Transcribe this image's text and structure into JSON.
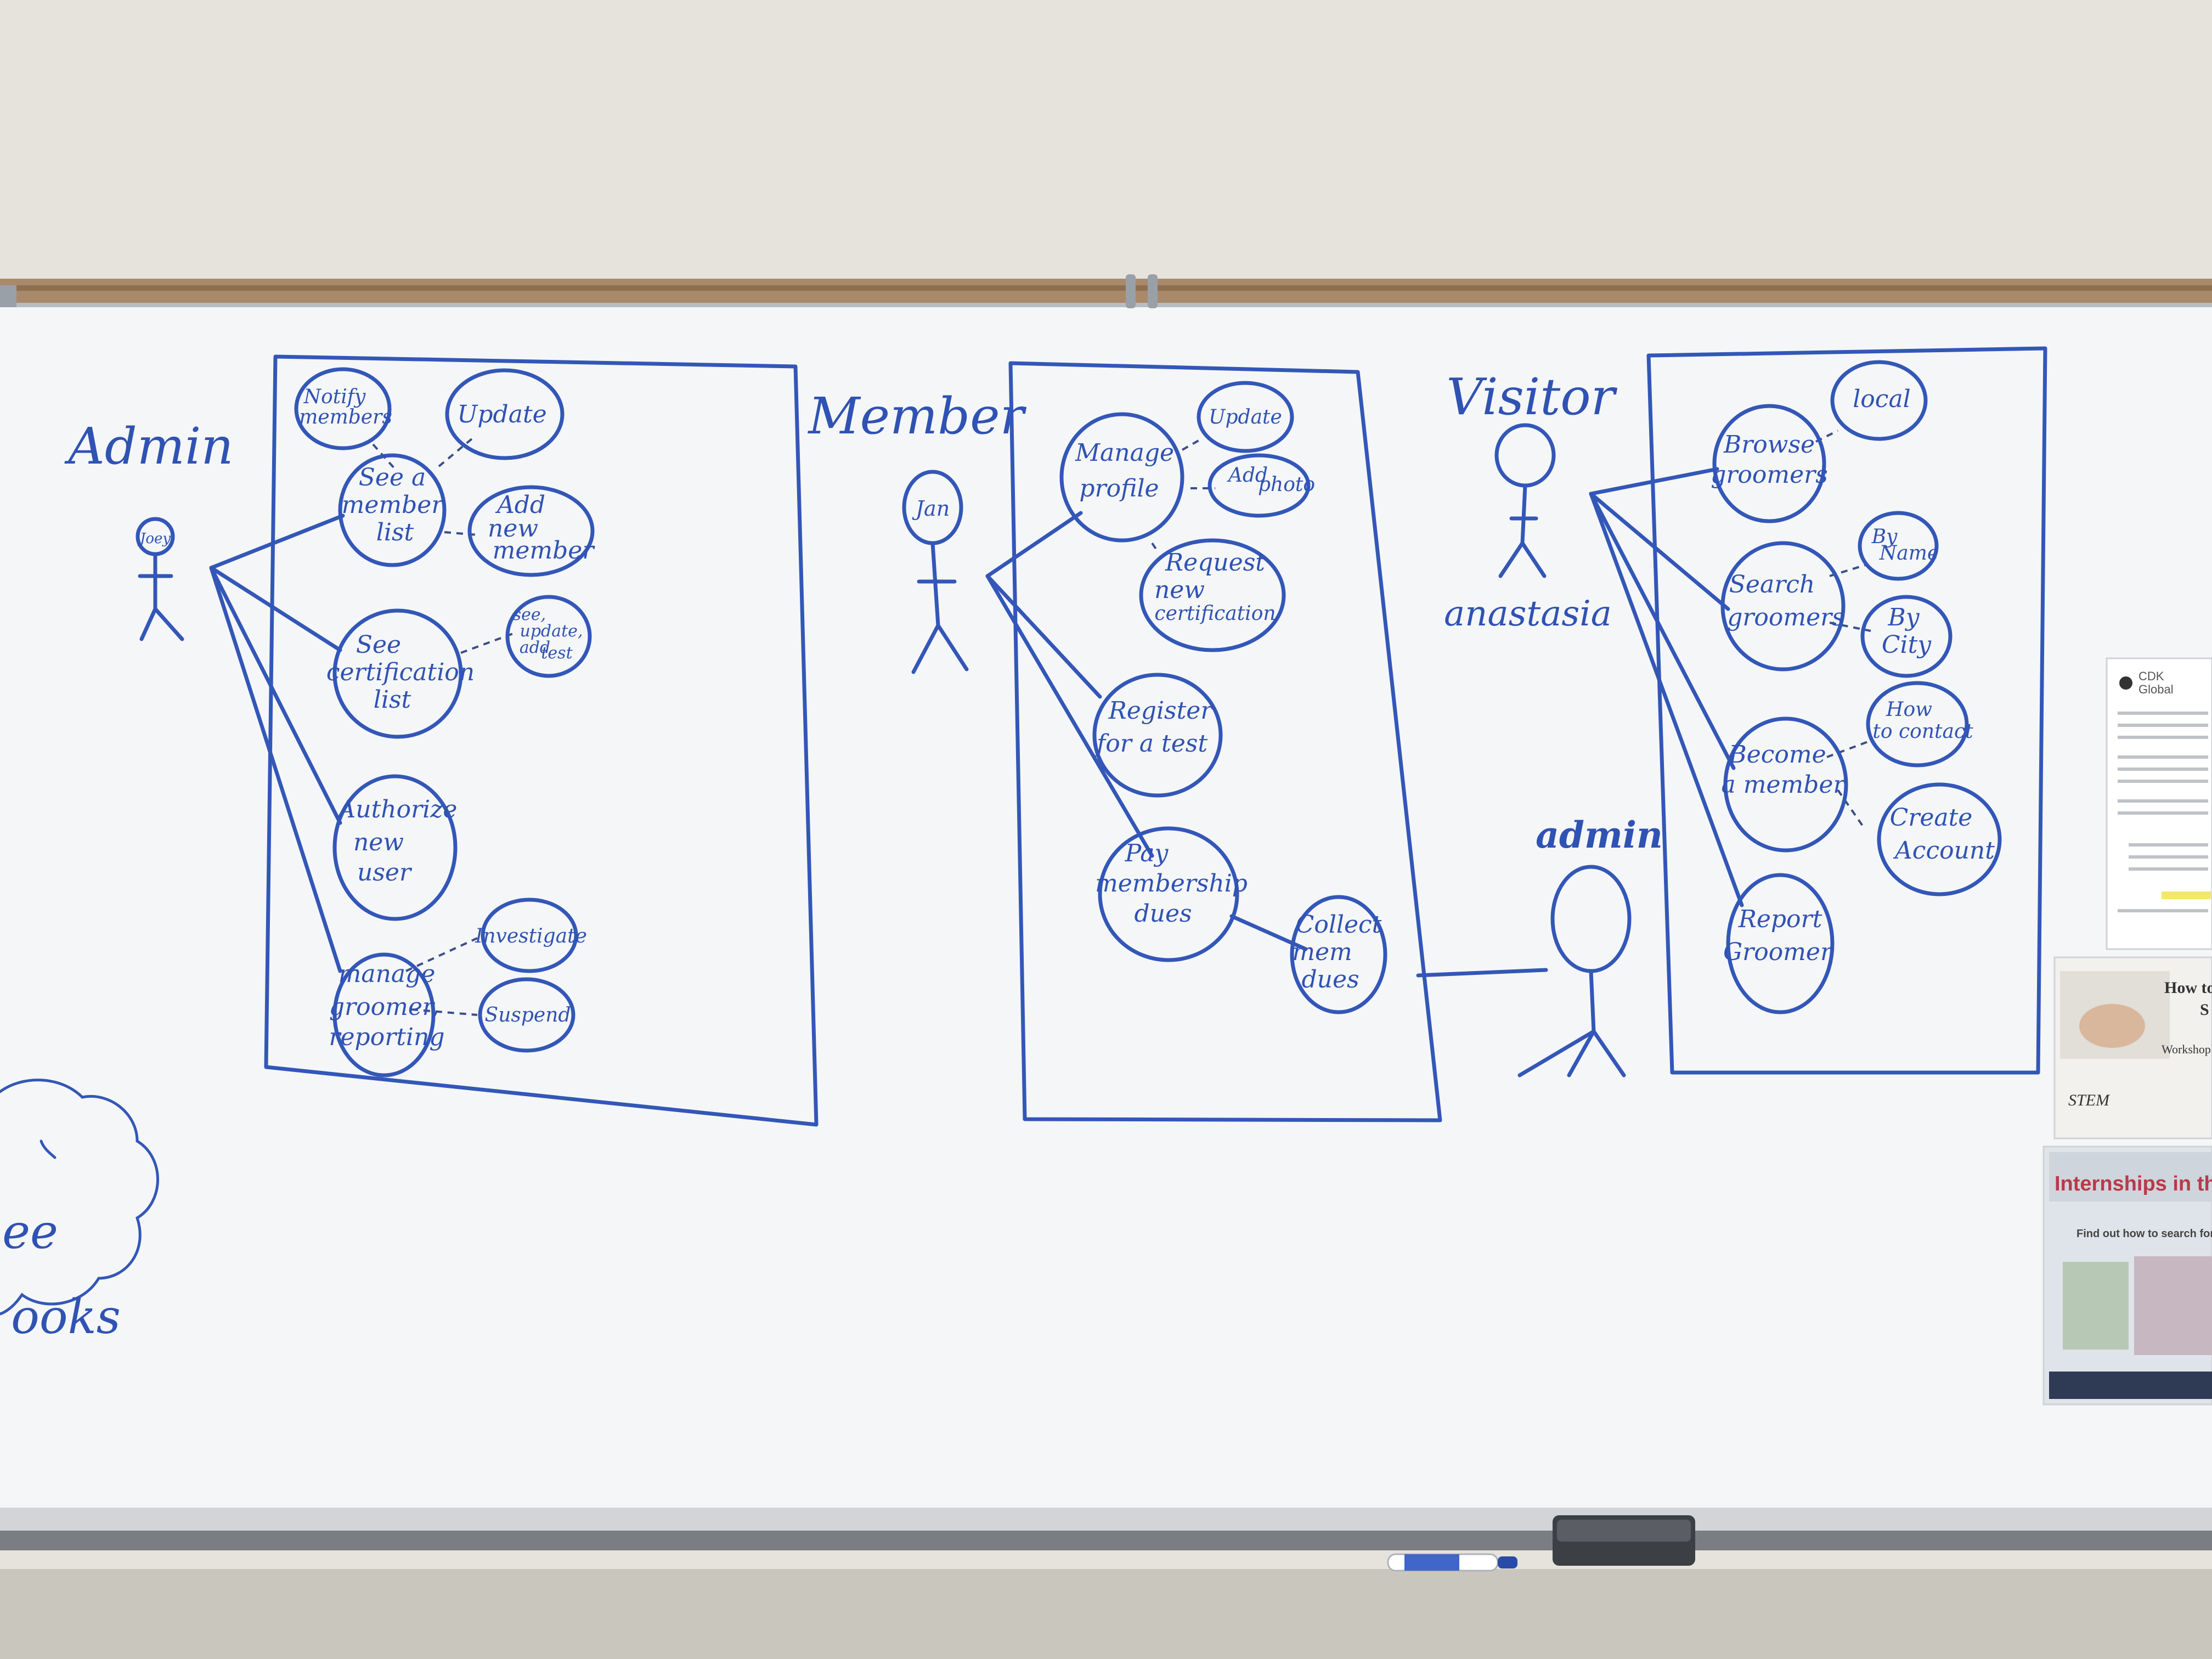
{
  "actors": {
    "admin_title": "Admin",
    "admin_name": "Joey",
    "member_title": "Member",
    "member_name": "Jan",
    "visitor_title": "Visitor",
    "visitor_name": "anastasia",
    "admin2_title": "admin"
  },
  "admin_box": {
    "notify": [
      "Notify",
      "members"
    ],
    "update": "Update",
    "see_member_list": [
      "See a",
      "member",
      "list"
    ],
    "add_new_member": [
      "Add",
      "new",
      "member"
    ],
    "see_certification_list": [
      "See",
      "certification",
      "list"
    ],
    "see_update_add_test": [
      "see,",
      "update,",
      "add",
      "test"
    ],
    "authorize_new_user": [
      "Authorize",
      "new",
      "user"
    ],
    "manage_groomer_reporting": [
      "manage",
      "groomer,",
      "reporting"
    ],
    "investigate": "Investigate",
    "suspend": "Suspend"
  },
  "member_box": {
    "manage_profile": [
      "Manage",
      "profile"
    ],
    "update": "Update",
    "add_photo": [
      "Add",
      "photo"
    ],
    "request_new_certification": [
      "Request",
      "new",
      "certification"
    ],
    "register_for_a_test": [
      "Register",
      "for a test"
    ],
    "pay_membership_dues": [
      "Pay",
      "membership",
      "dues"
    ],
    "collect_mem_dues": [
      "Collect",
      "mem",
      "dues"
    ]
  },
  "visitor_box": {
    "browse_groomers": [
      "Browse",
      "groomers"
    ],
    "local": "local",
    "search_groomers": [
      "Search",
      "groomers"
    ],
    "by_name": [
      "By",
      "Name"
    ],
    "by_city": [
      "By",
      "City"
    ],
    "become_a_member": [
      "Become",
      "a member"
    ],
    "how_to_contact": [
      "How",
      "to contact"
    ],
    "create_account": [
      "Create",
      "Account"
    ],
    "report_groomer": [
      "Report",
      "Groomer"
    ]
  },
  "left_note": [
    "ee",
    "ooks"
  ],
  "posters": {
    "flyer1_logo": [
      "CDK",
      "Global"
    ],
    "flyer2_title": [
      "How to",
      "S"
    ],
    "flyer2_sub": "Workshop",
    "flyer2_brand": "STEM",
    "flyer3_title": "Internships in the",
    "flyer3_sub": "Find out how to search for and"
  },
  "colors": {
    "ink": "#3357b8",
    "board": "#f6f7f8",
    "wall": "#e3e1da",
    "frame": "#b8bcc2"
  }
}
